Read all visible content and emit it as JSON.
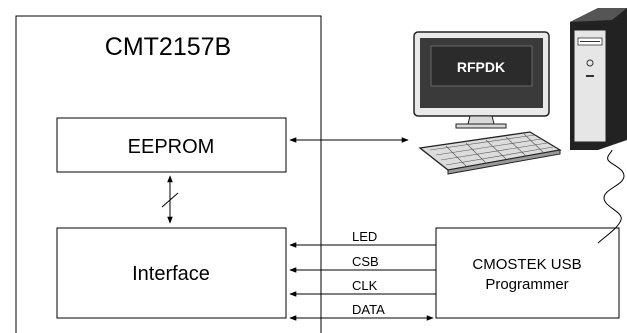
{
  "chip": {
    "title": "CMT2157B"
  },
  "blocks": {
    "eeprom": "EEPROM",
    "interface": "Interface"
  },
  "programmer": {
    "line1": "CMOSTEK USB",
    "line2": "Programmer"
  },
  "computer": {
    "screen_text": "RFPDK"
  },
  "signals": [
    "LED",
    "CSB",
    "CLK",
    "DATA"
  ],
  "icons": [
    "monitor-icon",
    "keyboard-icon",
    "pc-tower-icon"
  ],
  "colors": {
    "stroke": "#000000",
    "screen": "#3a3a3a",
    "background": "#ffffff"
  }
}
